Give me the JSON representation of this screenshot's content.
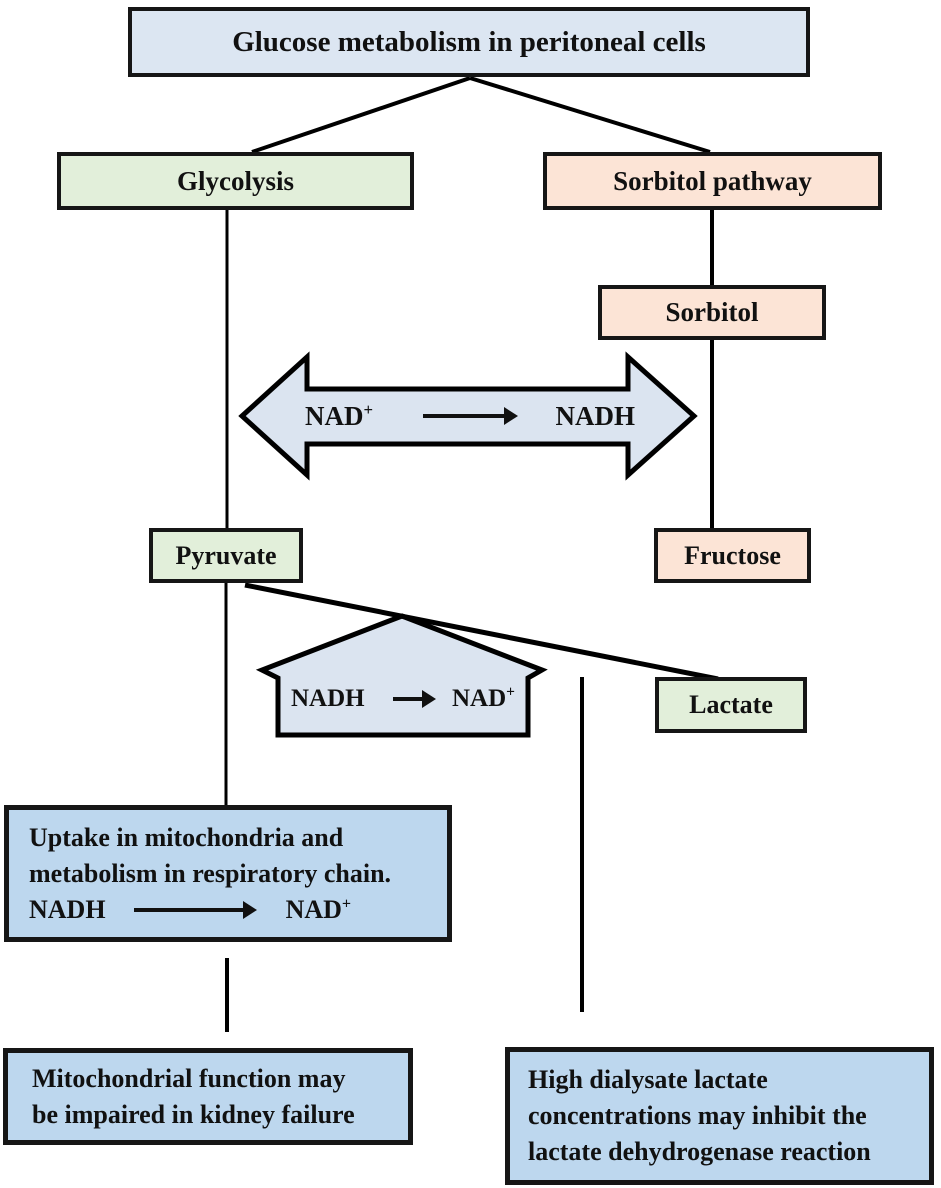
{
  "diagram": {
    "title": "Glucose metabolism in peritoneal cells",
    "nodes": {
      "glycolysis": "Glycolysis",
      "sorbitol_pathway": "Sorbitol pathway",
      "sorbitol": "Sorbitol",
      "pyruvate": "Pyruvate",
      "fructose": "Fructose",
      "lactate": "Lactate"
    },
    "nad_shuttle": {
      "left_base": "NAD",
      "left_sup": "+",
      "right": "NADH"
    },
    "nadh_return": {
      "left": "NADH",
      "right_base": "NAD",
      "right_sup": "+"
    },
    "uptake_note": {
      "line1": "Uptake in mitochondria and",
      "line2": "metabolism in respiratory chain.",
      "reaction_left": "NADH",
      "reaction_right_base": "NAD",
      "reaction_right_sup": "+"
    },
    "note_left": {
      "line1": "Mitochondrial function may",
      "line2": "be impaired in kidney failure"
    },
    "note_right": {
      "line1": "High dialysate lactate",
      "line2": "concentrations may inhibit the",
      "line3": "lactate dehydrogenase reaction"
    },
    "colors": {
      "pale_blue_fill": "#dce6f2",
      "green_fill": "#e2efda",
      "peach_fill": "#fce4d6",
      "medium_blue_fill": "#bdd7ee",
      "arrow_fill": "#dbe4f0",
      "line_color": "#000000"
    }
  }
}
